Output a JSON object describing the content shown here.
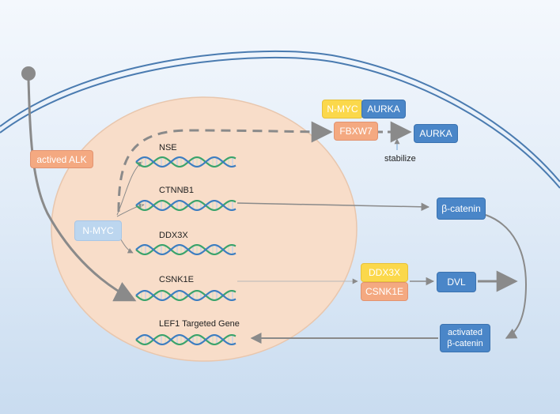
{
  "actors": {
    "alk": "actived ALK",
    "nmyc_nucleus": "N-MYC",
    "complex_nmyc": "N-MYC",
    "complex_aurka": "AURKA",
    "fbxw7": "FBXW7",
    "aurka_free": "AURKA",
    "stabilize": "stabilize",
    "beta_catenin": "β-catenin",
    "ddx3x_protein": "DDX3X",
    "csnk1e_protein": "CSNK1E",
    "dvl": "DVL",
    "activated_beta_catenin": "activated\nβ-catenin"
  },
  "genes": {
    "nse": "NSE",
    "ctnnb1": "CTNNB1",
    "ddx3x": "DDX3X",
    "csnk1e": "CSNK1E",
    "lef1": "LEF1 Targeted Gene"
  },
  "colors": {
    "membrane": "#4a7bb0",
    "nucleus_fill": "#f8ddc9",
    "nucleus_stroke": "#e8c6ad",
    "arrow": "#8a8a8a",
    "dna_green": "#3aa36b",
    "dna_blue": "#3d7dc0"
  }
}
